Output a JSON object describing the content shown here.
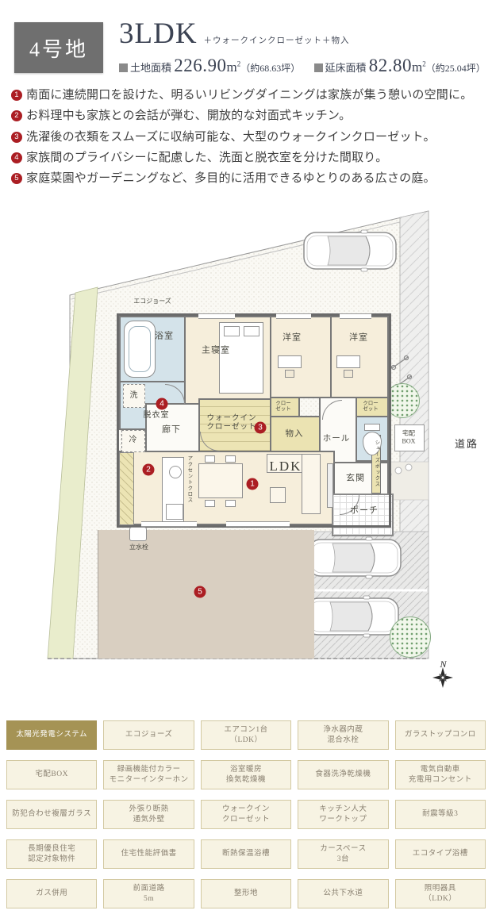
{
  "header": {
    "badge": "4号地",
    "plan_type": "3LDK",
    "plan_suffix": "＋ウォークインクローゼット＋物入",
    "land": {
      "label": "土地面積",
      "value": "226.90",
      "unit": "m",
      "exp": "2",
      "tsubo": "（約68.63坪）"
    },
    "floor": {
      "label": "延床面積",
      "value": "82.80",
      "unit": "m",
      "exp": "2",
      "tsubo": "（約25.04坪）"
    }
  },
  "features": [
    {
      "num": "1",
      "text": "南面に連続開口を設けた、明るいリビングダイニングは家族が集う憩いの空間に。"
    },
    {
      "num": "2",
      "text": "お料理中も家族との会話が弾む、開放的な対面式キッチン。"
    },
    {
      "num": "3",
      "text": "洗濯後の衣類をスムーズに収納可能な、大型のウォークインクローゼット。"
    },
    {
      "num": "4",
      "text": "家族間のプライバシーに配慮した、洗面と脱衣室を分けた間取り。"
    },
    {
      "num": "5",
      "text": "家庭菜園やガーデニングなど、多目的に活用できるゆとりのある広さの庭。"
    }
  ],
  "floorplan": {
    "labels": {
      "eco_jozu": "エコジョーズ",
      "bath": "浴室",
      "washer": "洗",
      "dressing": "脱衣室",
      "master_bedroom": "主寝室",
      "western_room_1": "洋室",
      "western_room_2": "洋室",
      "wic": "ウォークイン\nクローゼット",
      "closet_1": "クロー\nゼット",
      "closet_2": "クロー\nゼット",
      "storage": "物入",
      "hall": "ホール",
      "corridor": "廊下",
      "fridge": "冷",
      "ldk": "LDK",
      "accent_cloth": "アクセントクロス",
      "shoe_box": "シューズボックス",
      "entrance": "玄関",
      "porch": "ポーチ",
      "delivery_box": "宅配\nBOX",
      "road": "道路",
      "water_tap": "立水栓",
      "north": "N"
    },
    "markers": [
      "1",
      "2",
      "3",
      "4",
      "5"
    ]
  },
  "tags": {
    "items": [
      {
        "label": "太陽光発電システム",
        "highlight": true
      },
      {
        "label": "エコジョーズ"
      },
      {
        "label": "エアコン1台\n（LDK）"
      },
      {
        "label": "浄水器内蔵\n混合水栓"
      },
      {
        "label": "ガラストップコンロ"
      },
      {
        "label": "宅配BOX"
      },
      {
        "label": "録画機能付カラー\nモニターインターホン"
      },
      {
        "label": "浴室暖房\n換気乾燥機"
      },
      {
        "label": "食器洗浄乾燥機"
      },
      {
        "label": "電気自動車\n充電用コンセント"
      },
      {
        "label": "防犯合わせ複層ガラス"
      },
      {
        "label": "外張り断熱\n通気外壁"
      },
      {
        "label": "ウォークイン\nクローゼット"
      },
      {
        "label": "キッチン人大\nワークトップ"
      },
      {
        "label": "耐震等級3"
      },
      {
        "label": "長期優良住宅\n認定対象物件"
      },
      {
        "label": "住宅性能評価書"
      },
      {
        "label": "断熱保温浴槽"
      },
      {
        "label": "カースペース\n3台"
      },
      {
        "label": "エコタイプ浴槽"
      },
      {
        "label": "ガス併用"
      },
      {
        "label": "前面道路\n5m"
      },
      {
        "label": "整形地"
      },
      {
        "label": "公共下水道"
      },
      {
        "label": "照明器具\n（LDK）"
      }
    ]
  },
  "colors": {
    "accent_red": "#ab1e23",
    "badge_gray": "#6f6f6f",
    "title_navy": "#3c4353",
    "tag_highlight": "#a59355",
    "tag_bg": "#f7f3e3",
    "room_cream": "#f6eedb",
    "wet_blue": "#d4e3ea",
    "storage_yellow": "#ebe3b2",
    "garden_tan": "#d9cfc1",
    "site_green": "#e9edcc"
  }
}
